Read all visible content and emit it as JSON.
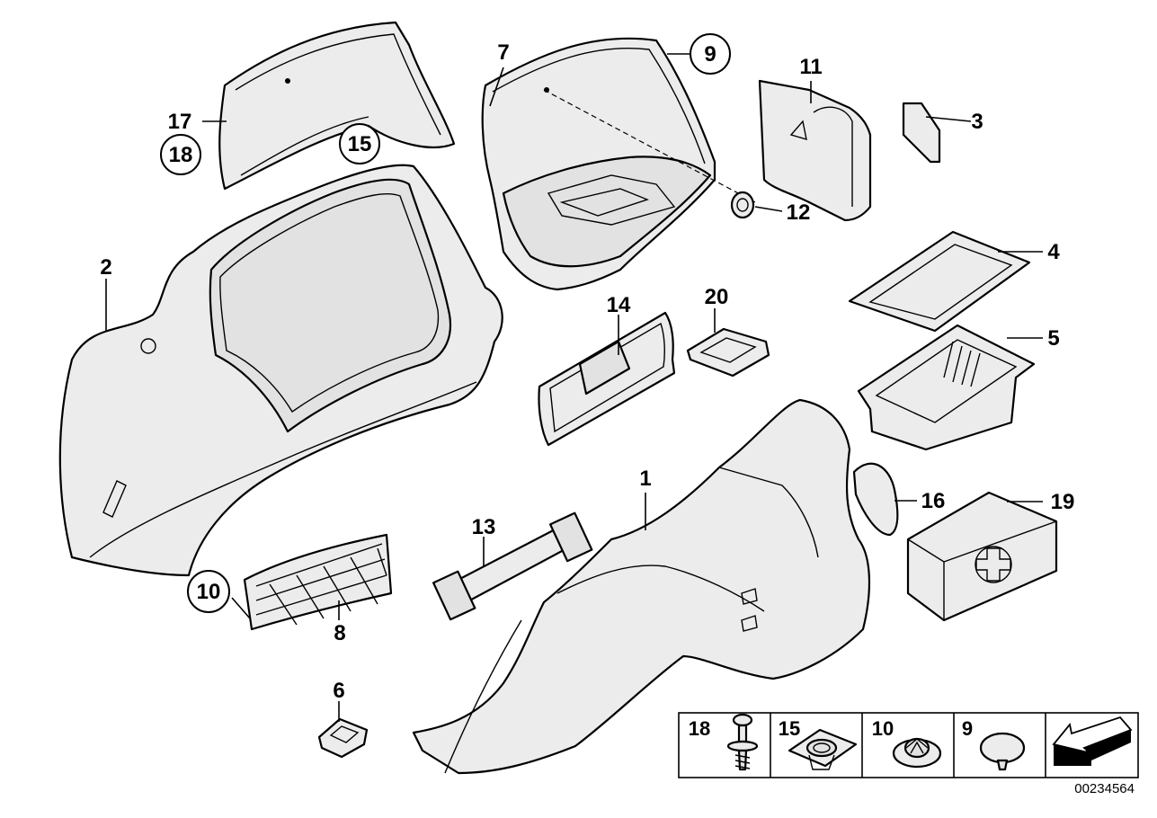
{
  "callouts": {
    "c1": "1",
    "c2": "2",
    "c3": "3",
    "c4": "4",
    "c5": "5",
    "c6": "6",
    "c7": "7",
    "c8": "8",
    "c9": "9",
    "c10": "10",
    "c11": "11",
    "c12": "12",
    "c13": "13",
    "c14": "14",
    "c15": "15",
    "c16": "16",
    "c17": "17",
    "c18": "18",
    "c19": "19",
    "c20": "20"
  },
  "legend": {
    "cells": [
      {
        "label": "18",
        "icon": "screw-fastener-icon"
      },
      {
        "label": "15",
        "icon": "grommet-plate-icon"
      },
      {
        "label": "10",
        "icon": "expanding-clip-icon"
      },
      {
        "label": "9",
        "icon": "push-pin-icon"
      },
      {
        "label": "",
        "icon": "arrow-direction-icon"
      }
    ]
  },
  "document_number": "00234564"
}
